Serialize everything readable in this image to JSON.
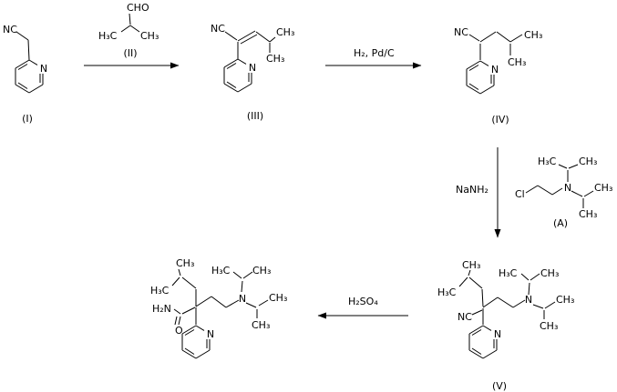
{
  "scheme": {
    "colors": {
      "ink": "#000000",
      "background": "#ffffff"
    },
    "atoms": {
      "nc": "NC",
      "n": "N",
      "ch3": "CH₃",
      "h3c": "H₃C",
      "cho": "CHO",
      "cl": "Cl",
      "h2n": "H₂N",
      "o": "O"
    },
    "labels": {
      "i": "(I)",
      "ii": "(II)",
      "iii": "(III)",
      "iv": "(IV)",
      "v": "(V)",
      "a": "(A)"
    },
    "reagents": {
      "hydrogenation": "H₂, Pd/C",
      "base": "NaNH₂",
      "acid": "H₂SO₄"
    }
  }
}
